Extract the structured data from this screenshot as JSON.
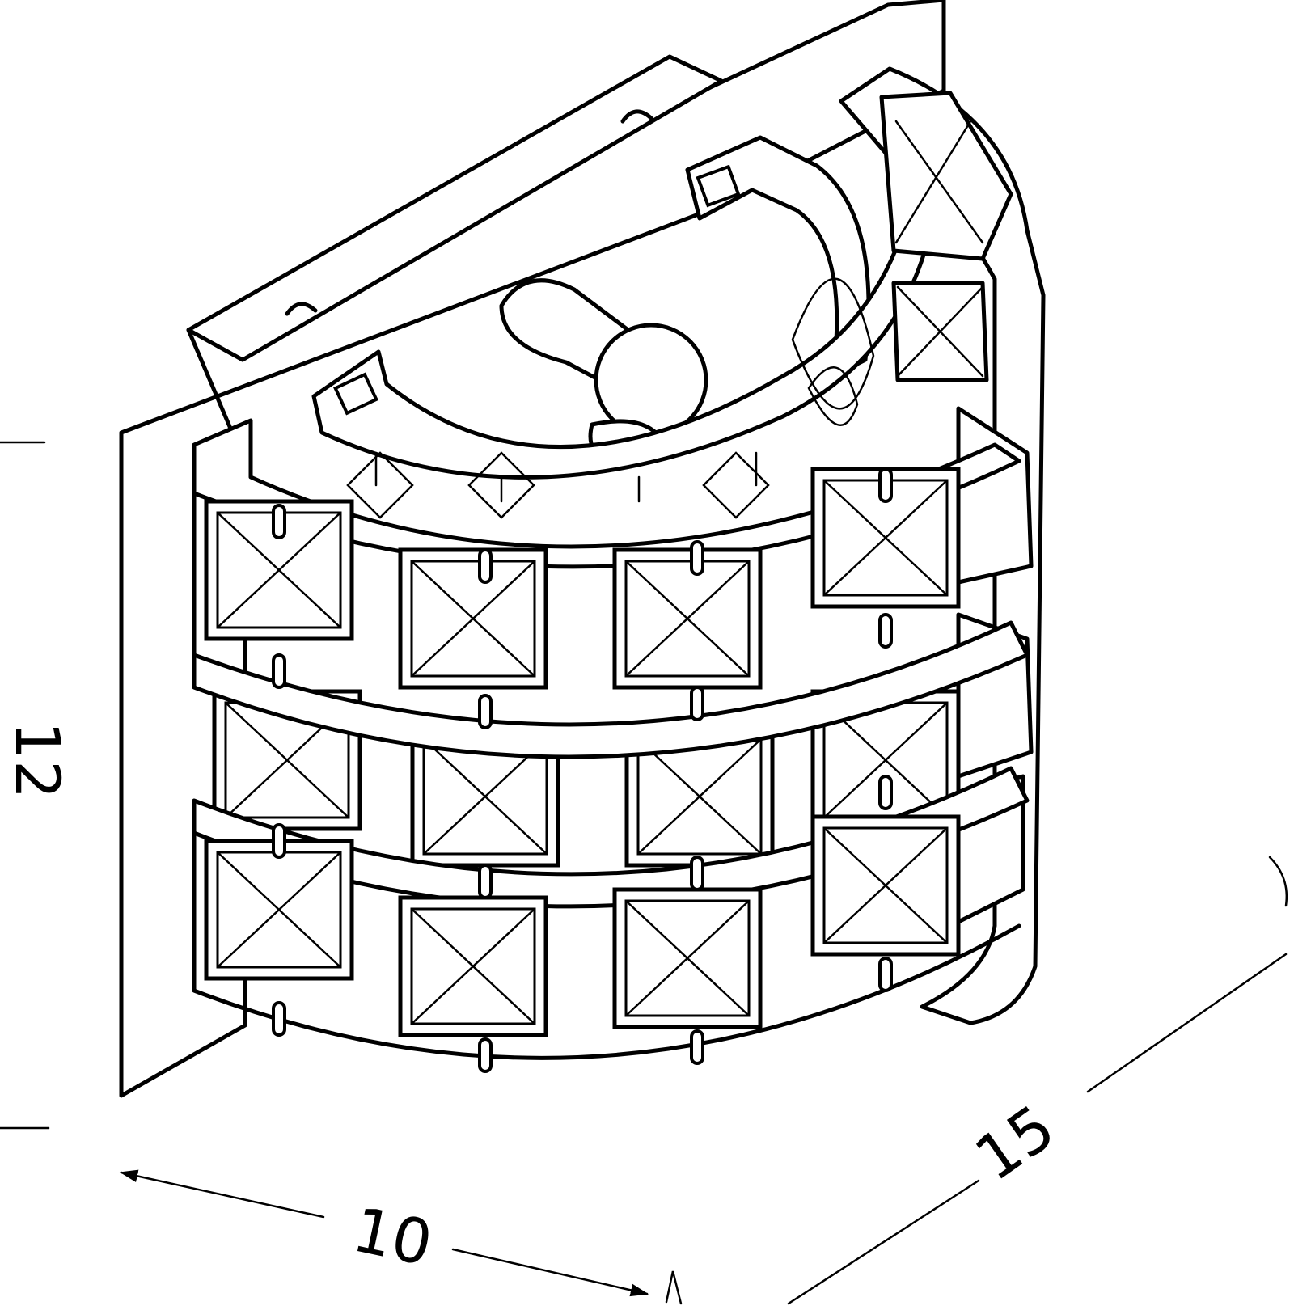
{
  "dimensions": {
    "height_label": "12",
    "width_label": "10",
    "depth_label": "15"
  },
  "colors": {
    "line": "#000000",
    "background": "#ffffff"
  }
}
